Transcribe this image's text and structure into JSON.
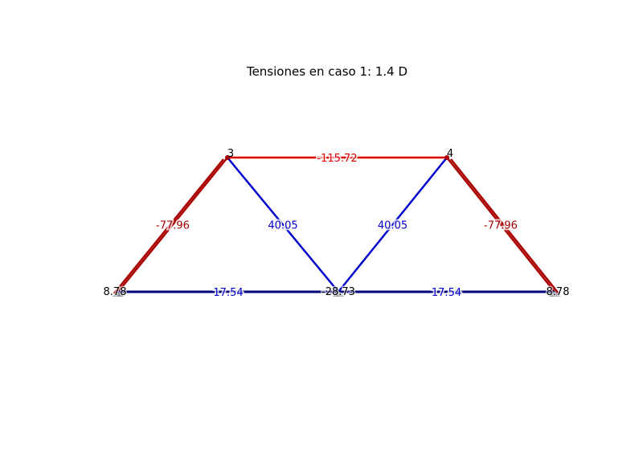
{
  "title": "Tensiones en caso 1: 1.4 D",
  "colors": {
    "tension": "#0000cc",
    "tension_dark": "#00007a",
    "compression": "#dd0000",
    "compression_dark": "#aa0000",
    "support": "#6b7280",
    "background": "#ffffff"
  },
  "nodes": [
    {
      "id": "1",
      "show_label": false
    },
    {
      "id": "2",
      "show_label": false
    },
    {
      "id": "3",
      "show_label": true
    },
    {
      "id": "4",
      "show_label": true
    },
    {
      "id": "5",
      "show_label": false
    }
  ],
  "members": [
    {
      "name": "member-top-chord",
      "from": "3",
      "to": "4",
      "value": "-115.72",
      "kind": "compression"
    },
    {
      "name": "member-left-diagonal",
      "from": "1",
      "to": "3",
      "value": "-77.96",
      "kind": "compression"
    },
    {
      "name": "member-right-diagonal",
      "from": "4",
      "to": "5",
      "value": "-77.96",
      "kind": "compression"
    },
    {
      "name": "member-inner-left-diagonal",
      "from": "3",
      "to": "2",
      "value": "40.05",
      "kind": "tension"
    },
    {
      "name": "member-inner-right-diagonal",
      "from": "2",
      "to": "4",
      "value": "40.05",
      "kind": "tension"
    },
    {
      "name": "member-bottom-left",
      "from": "1",
      "to": "2",
      "value": "17.54",
      "kind": "tension"
    },
    {
      "name": "member-bottom-right",
      "from": "2",
      "to": "5",
      "value": "17.54",
      "kind": "tension"
    }
  ],
  "reactions": [
    {
      "node": "1",
      "value": "8.78"
    },
    {
      "node": "2",
      "value": "-28.73"
    },
    {
      "node": "5",
      "value": "8.78"
    }
  ]
}
